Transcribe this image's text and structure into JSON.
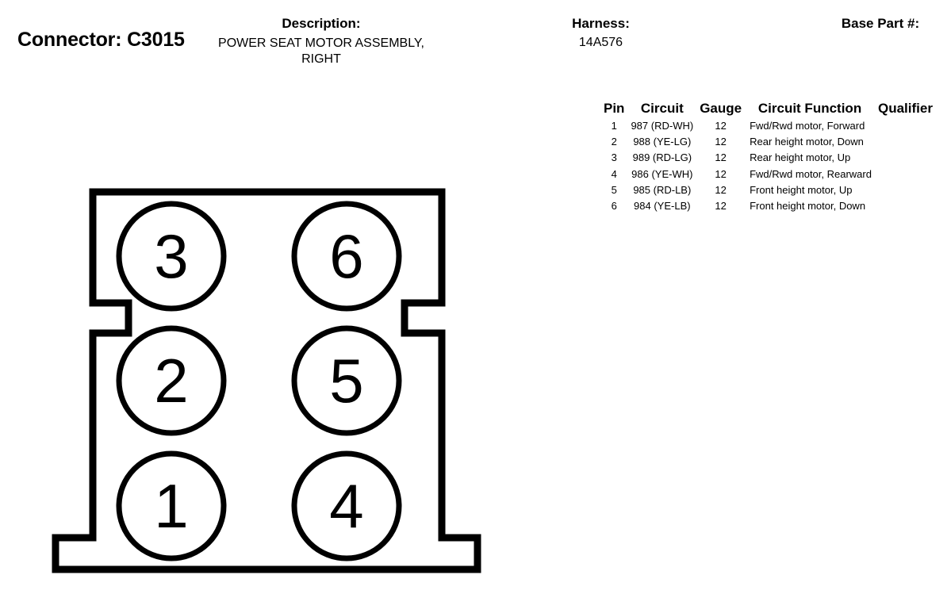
{
  "connector": {
    "label": "Connector: C3015"
  },
  "description": {
    "label": "Description:",
    "line1": "POWER SEAT MOTOR ASSEMBLY,",
    "line2": "RIGHT"
  },
  "harness": {
    "label": "Harness:",
    "value": "14A576"
  },
  "base_part": {
    "label": "Base Part #:"
  },
  "table": {
    "headers": {
      "pin": "Pin",
      "circuit": "Circuit",
      "gauge": "Gauge",
      "function": "Circuit Function",
      "qualifier": "Qualifier"
    },
    "rows": [
      {
        "pin": "1",
        "circuit": "987 (RD-WH)",
        "gauge": "12",
        "function": "Fwd/Rwd motor, Forward",
        "qualifier": ""
      },
      {
        "pin": "2",
        "circuit": "988 (YE-LG)",
        "gauge": "12",
        "function": "Rear height motor, Down",
        "qualifier": ""
      },
      {
        "pin": "3",
        "circuit": "989 (RD-LG)",
        "gauge": "12",
        "function": "Rear height motor, Up",
        "qualifier": ""
      },
      {
        "pin": "4",
        "circuit": "986 (YE-WH)",
        "gauge": "12",
        "function": "Fwd/Rwd motor, Rearward",
        "qualifier": ""
      },
      {
        "pin": "5",
        "circuit": "985 (RD-LB)",
        "gauge": "12",
        "function": "Front height motor, Up",
        "qualifier": ""
      },
      {
        "pin": "6",
        "circuit": "984 (YE-LB)",
        "gauge": "12",
        "function": "Front height motor, Down",
        "qualifier": ""
      }
    ]
  },
  "diagram": {
    "cavities": {
      "top_left": "3",
      "top_right": "6",
      "middle_left": "2",
      "middle_right": "5",
      "bottom_left": "1",
      "bottom_right": "4"
    }
  }
}
